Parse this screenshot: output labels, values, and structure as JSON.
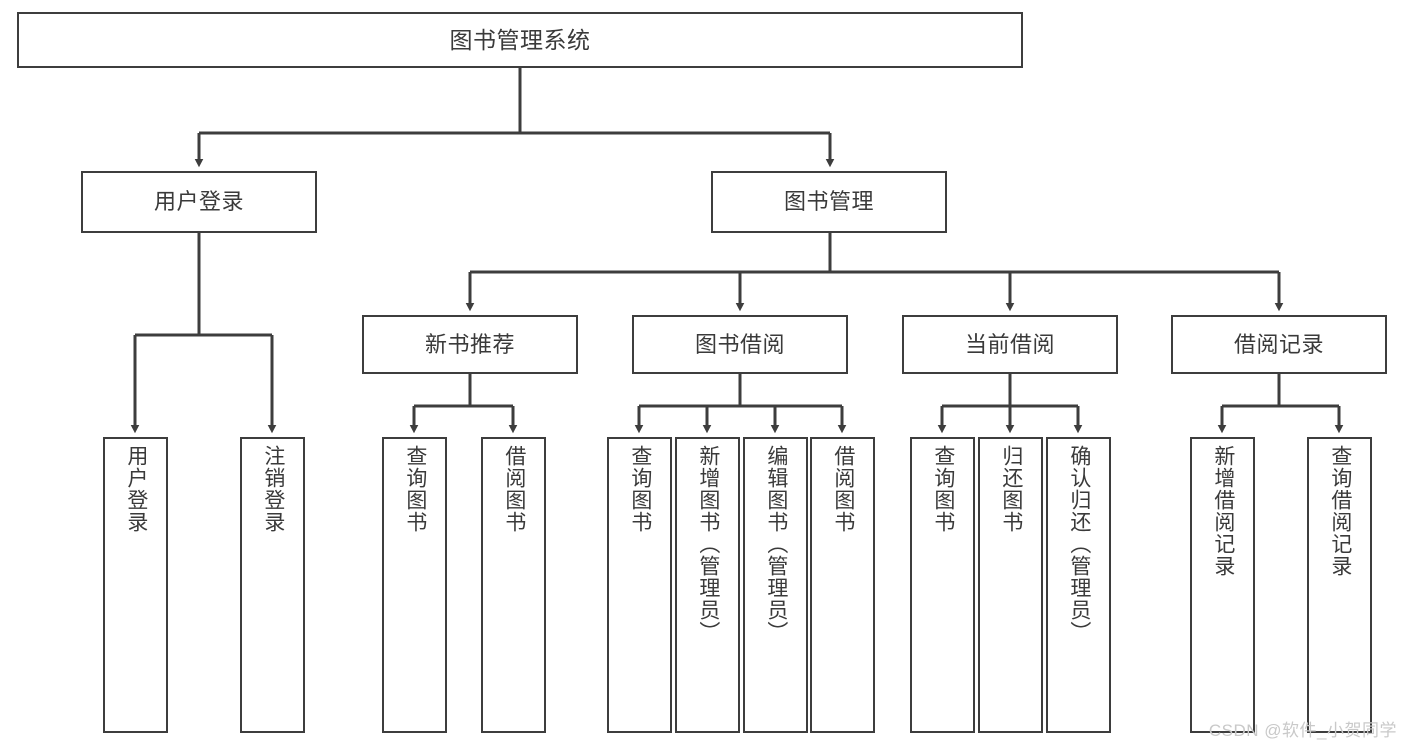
{
  "diagram": {
    "title": "图书管理系统",
    "type": "tree-hierarchy-diagram",
    "colors": {
      "box_border": "#3d3d3d",
      "box_fill": "#ffffff",
      "edge": "#3d3d3d",
      "text": "#3a3a3a",
      "watermark": "#c9c9c9",
      "background": "#ffffff"
    },
    "root": {
      "label": "图书管理系统"
    },
    "level2": [
      {
        "label": "用户登录"
      },
      {
        "label": "图书管理"
      }
    ],
    "level3": [
      {
        "label": "新书推荐"
      },
      {
        "label": "图书借阅"
      },
      {
        "label": "当前借阅"
      },
      {
        "label": "借阅记录"
      }
    ],
    "leaves": {
      "user_login": [
        {
          "label": "用户登录"
        },
        {
          "label": "注销登录"
        }
      ],
      "new_book_recommend": [
        {
          "label": "查询图书"
        },
        {
          "label": "借阅图书"
        }
      ],
      "book_borrow": [
        {
          "label": "查询图书"
        },
        {
          "label": "新增图书（管理员）"
        },
        {
          "label": "编辑图书（管理员）"
        },
        {
          "label": "借阅图书"
        }
      ],
      "current_borrow": [
        {
          "label": "查询图书"
        },
        {
          "label": "归还图书"
        },
        {
          "label": "确认归还（管理员）"
        }
      ],
      "borrow_record": [
        {
          "label": "新增借阅记录"
        },
        {
          "label": "查询借阅记录"
        }
      ]
    }
  },
  "watermark": {
    "text": "CSDN @软件_小贺同学"
  }
}
